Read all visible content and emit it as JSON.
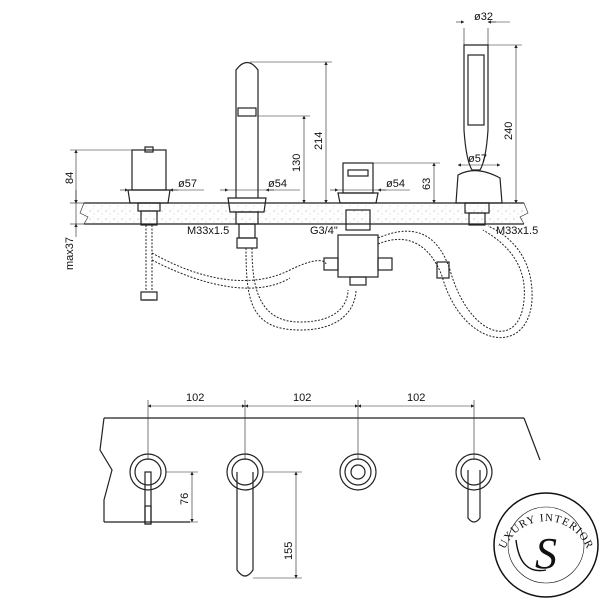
{
  "side_view": {
    "dims": {
      "d32": "ø32",
      "d57_left": "ø57",
      "d54_spout": "ø54",
      "d54_valve": "ø54",
      "d57_hand": "ø57",
      "h84": "84",
      "h130": "130",
      "h214": "214",
      "h63": "63",
      "h240": "240",
      "max37": "max37"
    },
    "threads": {
      "spout": "M33x1.5",
      "valve": "G3/4\"",
      "hand": "M33x1.5"
    }
  },
  "top_view": {
    "spacing": [
      "102",
      "102",
      "102"
    ],
    "h76": "76",
    "h155": "155"
  },
  "logo": {
    "text": "LUXURY INTERIORS",
    "monogram": "S"
  }
}
